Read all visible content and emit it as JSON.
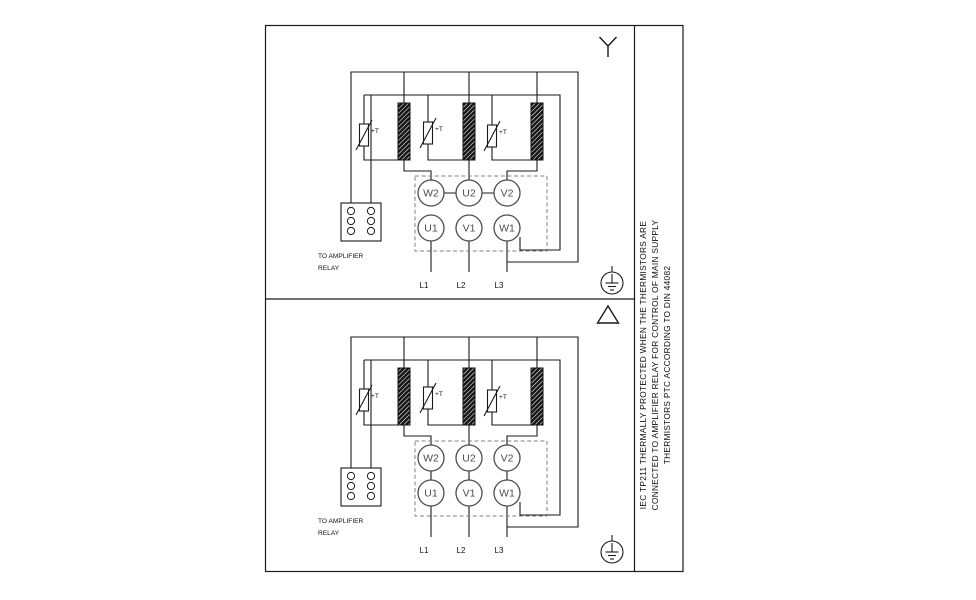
{
  "note": {
    "lines": [
      "IEC TP211 THERMALLY PROTECTED WHEN THE THERMISTORS ARE",
      "CONNECTED TO AMPLIFIER RELAY FOR CONTROL OF MAIN SUPPLY",
      "THERMISTORS PTC ACCORDING TO DIN 44082"
    ]
  },
  "star": {
    "connection": "star",
    "terminals_top": [
      "W2",
      "U2",
      "V2"
    ],
    "terminals_bottom": [
      "U1",
      "V1",
      "W1"
    ],
    "supply": [
      "L1",
      "L2",
      "L3"
    ],
    "thermistor": "+T",
    "relay": [
      "TO AMPLIFIER",
      "RELAY"
    ]
  },
  "delta": {
    "connection": "delta",
    "terminals_top": [
      "W2",
      "U2",
      "V2"
    ],
    "terminals_bottom": [
      "U1",
      "V1",
      "W1"
    ],
    "supply": [
      "L1",
      "L2",
      "L3"
    ],
    "thermistor": "+T",
    "relay": [
      "TO AMPLIFIER",
      "RELAY"
    ]
  },
  "colors": {
    "wire": "#1a1a1a",
    "terminal_stroke": "#4d4d4d",
    "dashed_box": "#808080",
    "coil_fill": "#161616",
    "background": "#ffffff"
  }
}
